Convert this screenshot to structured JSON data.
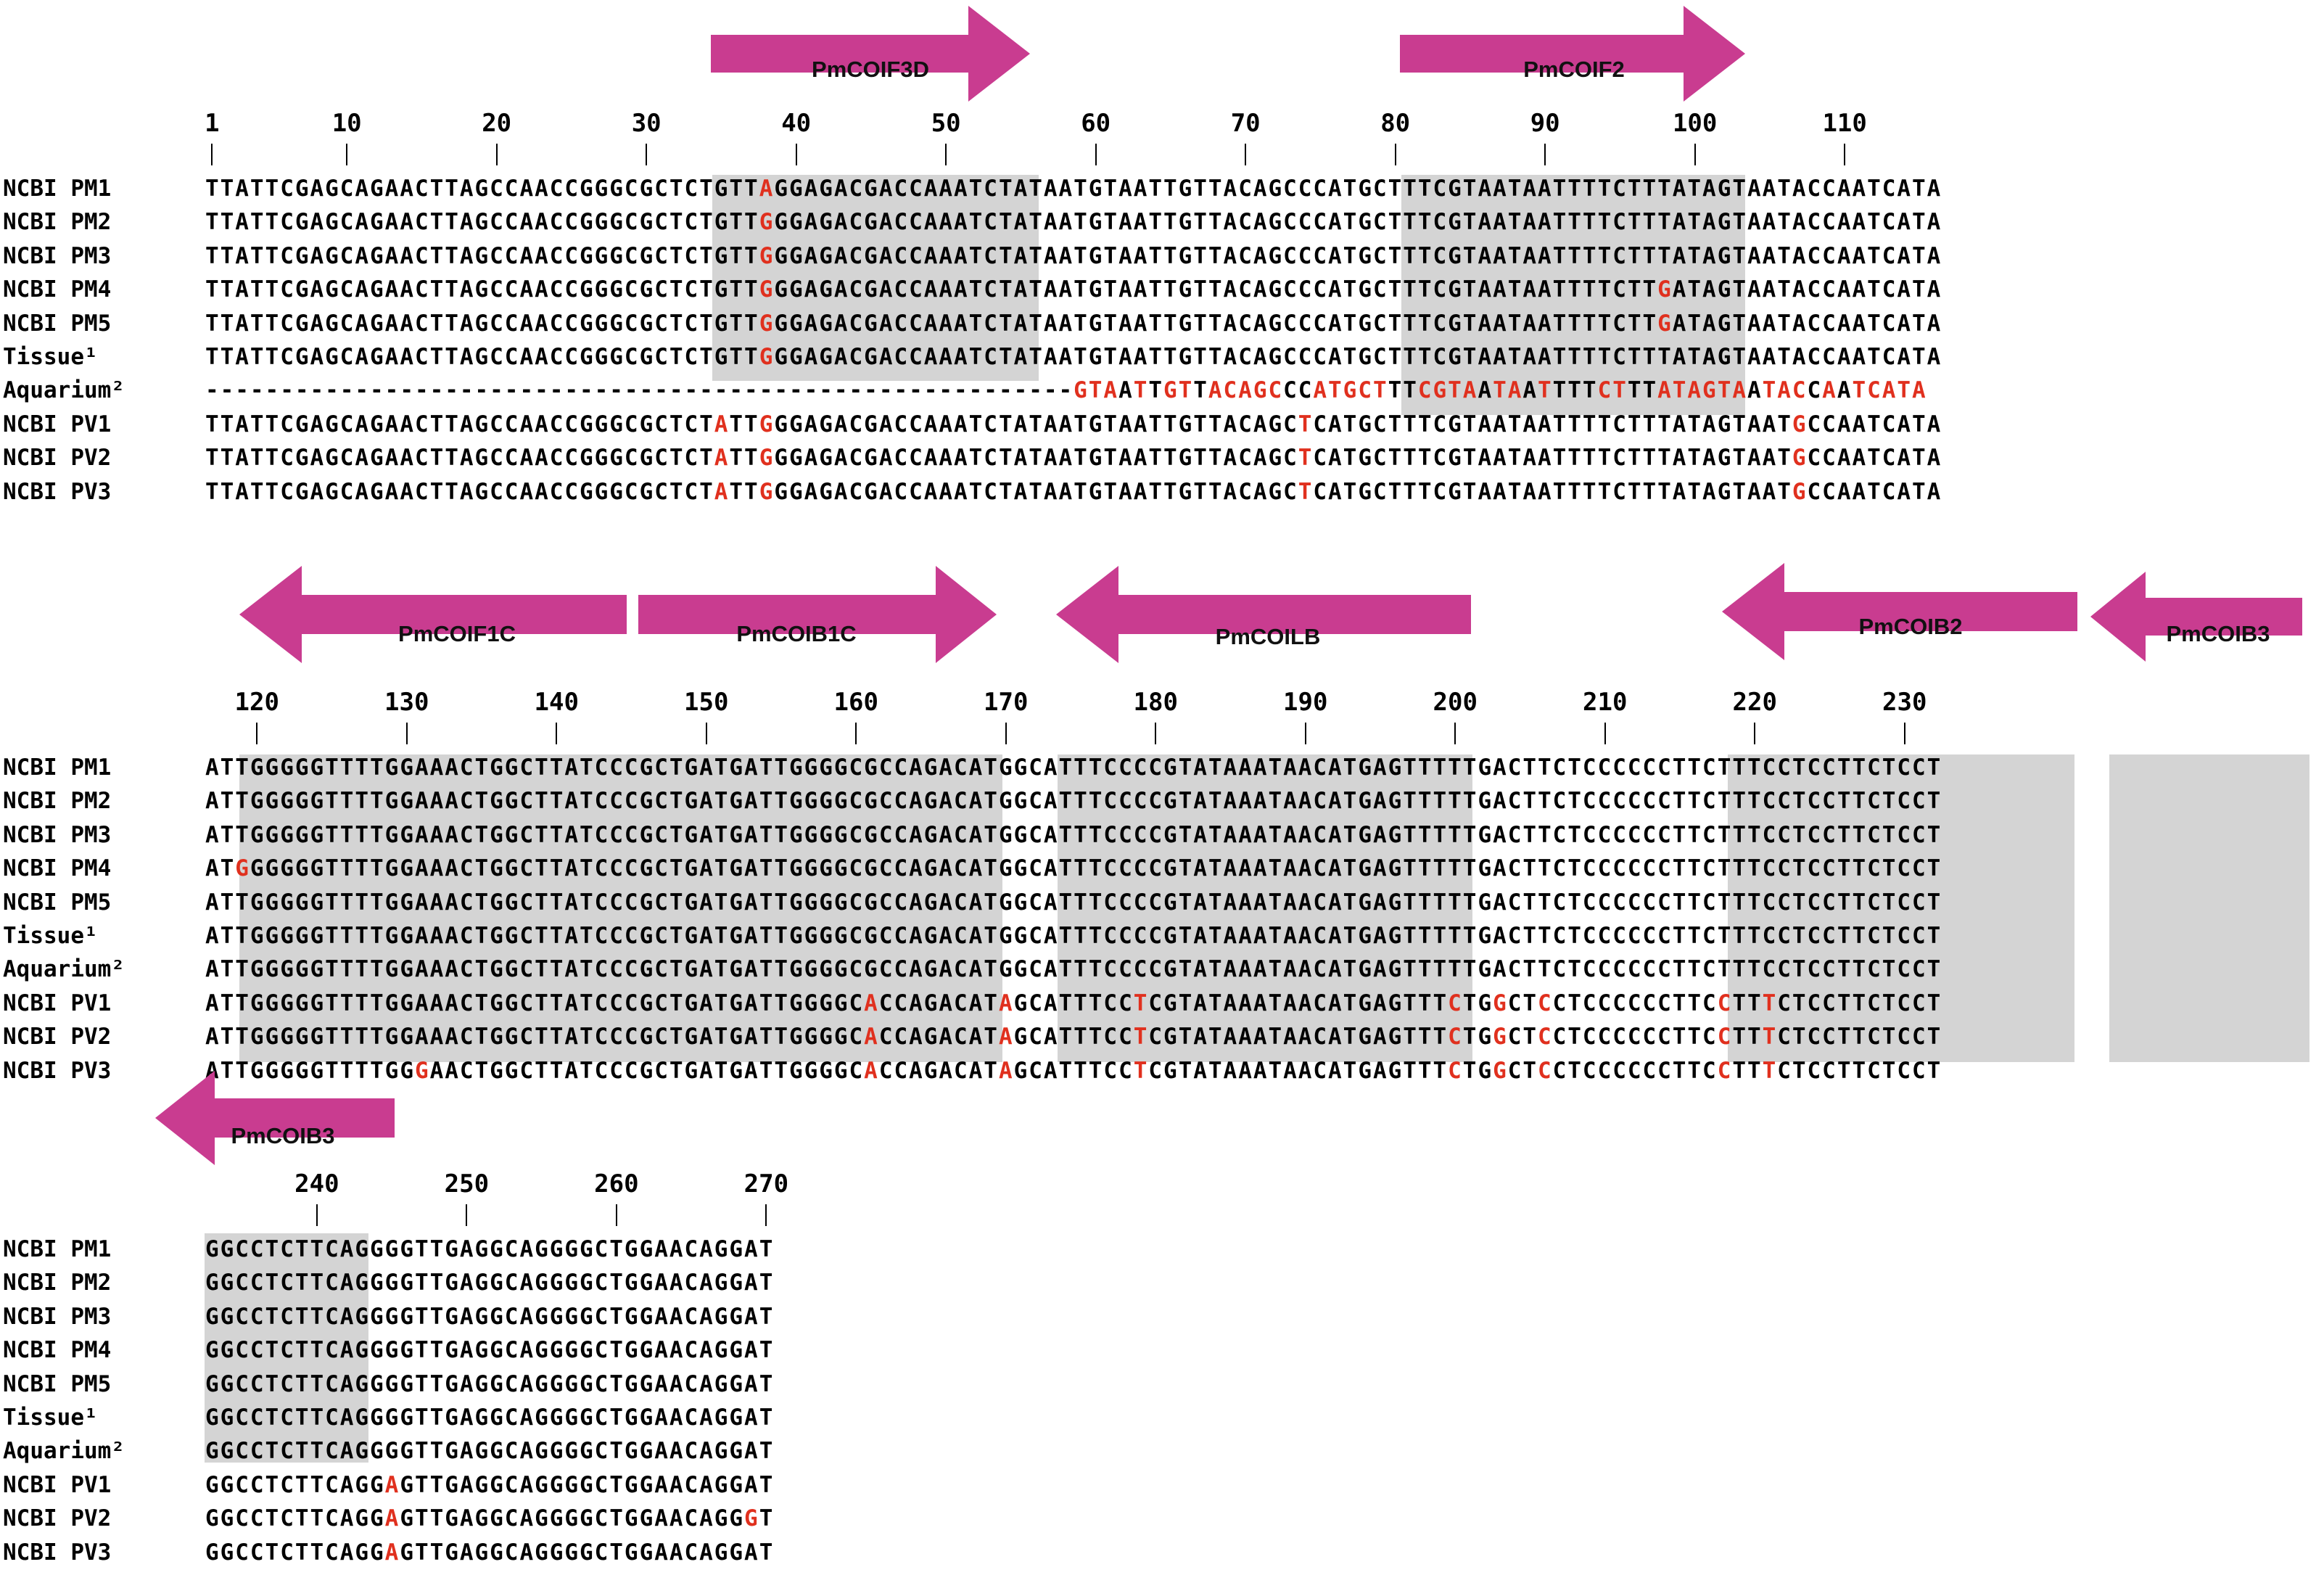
{
  "row_labels": [
    "NCBI PM1",
    "NCBI PM2",
    "NCBI PM3",
    "NCBI PM4",
    "NCBI PM5",
    "Tissue¹",
    "Aquarium²",
    "NCBI PV1",
    "NCBI PV2",
    "NCBI PV3"
  ],
  "colors": {
    "primer_arrow": "#c93c90",
    "shade": "#d4d4d4",
    "mutation": "#e0301e",
    "text": "#000000"
  },
  "blocks": [
    {
      "ruler": [
        "1",
        "10",
        "20",
        "30",
        "40",
        "50",
        "60",
        "70",
        "80",
        "90",
        "100",
        "110"
      ],
      "rows": [
        "TTATTCGAGCAGAACTTAGCCAACCGGGCGCTCTGTTAGGAGACGACCAAATCTATAATGTAATTGTTACAGCCCATGCTTTCGTAATAATTTTCTTTATAGTAATACCAATCATA",
        "TTATTCGAGCAGAACTTAGCCAACCGGGCGCTCTGTTGGGAGACGACCAAATCTATAATGTAATTGTTACAGCCCATGCTTTCGTAATAATTTTCTTTATAGTAATACCAATCATA",
        "TTATTCGAGCAGAACTTAGCCAACCGGGCGCTCTGTTGGGAGACGACCAAATCTATAATGTAATTGTTACAGCCCATGCTTTCGTAATAATTTTCTTTATAGTAATACCAATCATA",
        "TTATTCGAGCAGAACTTAGCCAACCGGGCGCTCTGTTGGGAGACGACCAAATCTATAATGTAATTGTTACAGCCCATGCTTTCGTAATAATTTTCTTGATAGTAATACCAATCATA",
        "TTATTCGAGCAGAACTTAGCCAACCGGGCGCTCTGTTGGGAGACGACCAAATCTATAATGTAATTGTTACAGCCCATGCTTTCGTAATAATTTTCTTGATAGTAATACCAATCATA",
        "TTATTCGAGCAGAACTTAGCCAACCGGGCGCTCTGTTGGGAGACGACCAAATCTATAATGTAATTGTTACAGCCCATGCTTTCGTAATAATTTTCTTTATAGTAATACCAATCATA",
        "----------------------------------------------------------GTAATTGTTACAGCCCATGCTTTCGTAATAATTTTCTTTATAGTAATACCAATCATA",
        "TTATTCGAGCAGAACTTAGCCAACCGGGCGCTCTATTGGGAGACGACCAAATCTATAATGTAATTGTTACAGCTCATGCTTTCGTAATAATTTTCTTTATAGTAATGCCAATCATA",
        "TTATTCGAGCAGAACTTAGCCAACCGGGCGCTCTATTGGGAGACGACCAAATCTATAATGTAATTGTTACAGCTCATGCTTTCGTAATAATTTTCTTTATAGTAATGCCAATCATA",
        "TTATTCGAGCAGAACTTAGCCAACCGGGCGCTCTATTGGGAGACGACCAAATCTATAATGTAATTGTTACAGCTCATGCTTTCGTAATAATTTTCTTTATAGTAATGCCAATCATA"
      ],
      "primers": [
        {
          "name": "PmCOIF3D",
          "direction": "forward"
        },
        {
          "name": "PmCOIF2",
          "direction": "forward"
        }
      ]
    },
    {
      "ruler": [
        "120",
        "130",
        "140",
        "150",
        "160",
        "170",
        "180",
        "190",
        "200",
        "210",
        "220",
        "230"
      ],
      "rows": [
        "ATTGGGGGTTTTGGAAACTGGCTTATCCCGCTGATGATTGGGGCGCCAGACATGGCATTTCCCCGTATAAATAACATGAGTTTTTGACTTCTCCCCCCTTCTTTCCTCCTTCTCCT",
        "ATTGGGGGTTTTGGAAACTGGCTTATCCCGCTGATGATTGGGGCGCCAGACATGGCATTTCCCCGTATAAATAACATGAGTTTTTGACTTCTCCCCCCTTCTTTCCTCCTTCTCCT",
        "ATTGGGGGTTTTGGAAACTGGCTTATCCCGCTGATGATTGGGGCGCCAGACATGGCATTTCCCCGTATAAATAACATGAGTTTTTGACTTCTCCCCCCTTCTTTCCTCCTTCTCCT",
        "ATGGGGGGTTTTGGAAACTGGCTTATCCCGCTGATGATTGGGGCGCCAGACATGGCATTTCCCCGTATAAATAACATGAGTTTTTGACTTCTCCCCCCTTCTTTCCTCCTTCTCCT",
        "ATTGGGGGTTTTGGAAACTGGCTTATCCCGCTGATGATTGGGGCGCCAGACATGGCATTTCCCCGTATAAATAACATGAGTTTTTGACTTCTCCCCCCTTCTTTCCTCCTTCTCCT",
        "ATTGGGGGTTTTGGAAACTGGCTTATCCCGCTGATGATTGGGGCGCCAGACATGGCATTTCCCCGTATAAATAACATGAGTTTTTGACTTCTCCCCCCTTCTTTCCTCCTTCTCCT",
        "ATTGGGGGTTTTGGAAACTGGCTTATCCCGCTGATGATTGGGGCGCCAGACATGGCATTTCCCCGTATAAATAACATGAGTTTTTGACTTCTCCCCCCTTCTTTCCTCCTTCTCCT",
        "ATTGGGGGTTTTGGAAACTGGCTTATCCCGCTGATGATTGGGGCACCAGACATAGCATTTCCTCGTATAAATAACATGAGTTTCTGGCTCCTCCCCCCTTCCTTTCTCCTTCTCCT",
        "ATTGGGGGTTTTGGAAACTGGCTTATCCCGCTGATGATTGGGGCACCAGACATAGCATTTCCTCGTATAAATAACATGAGTTTCTGGCTCCTCCCCCCTTCCTTTCTCCTTCTCCT",
        "ATTGGGGGTTTTGGGAACTGGCTTATCCCGCTGATGATTGGGGCACCAGACATAGCATTTCCTCGTATAAATAACATGAGTTTCTGGCTCCTCCCCCCTTCCTTTCTCCTTCTCCT"
      ],
      "primers": [
        {
          "name": "PmCOIF1C",
          "direction": "reverse"
        },
        {
          "name": "PmCOIB1C",
          "direction": "forward"
        },
        {
          "name": "PmCOILB",
          "direction": "reverse"
        },
        {
          "name": "PmCOIB2",
          "direction": "reverse"
        },
        {
          "name": "PmCOIB3",
          "direction": "reverse"
        }
      ]
    },
    {
      "ruler": [
        "240",
        "250",
        "260",
        "270"
      ],
      "rows": [
        "GGCCTCTTCAGGGGTTGAGGCAGGGGCTGGAACAGGAT",
        "GGCCTCTTCAGGGGTTGAGGCAGGGGCTGGAACAGGAT",
        "GGCCTCTTCAGGGGTTGAGGCAGGGGCTGGAACAGGAT",
        "GGCCTCTTCAGGGGTTGAGGCAGGGGCTGGAACAGGAT",
        "GGCCTCTTCAGGGGTTGAGGCAGGGGCTGGAACAGGAT",
        "GGCCTCTTCAGGGGTTGAGGCAGGGGCTGGAACAGGAT",
        "GGCCTCTTCAGGGGTTGAGGCAGGGGCTGGAACAGGAT",
        "GGCCTCTTCAGGAGTTGAGGCAGGGGCTGGAACAGGAT",
        "GGCCTCTTCAGGAGTTGAGGCAGGGGCTGGAACAGGGT",
        "GGCCTCTTCAGGAGTTGAGGCAGGGGCTGGAACAGGAT"
      ],
      "primers": [
        {
          "name": "PmCOIB3",
          "direction": "reverse"
        }
      ]
    }
  ]
}
